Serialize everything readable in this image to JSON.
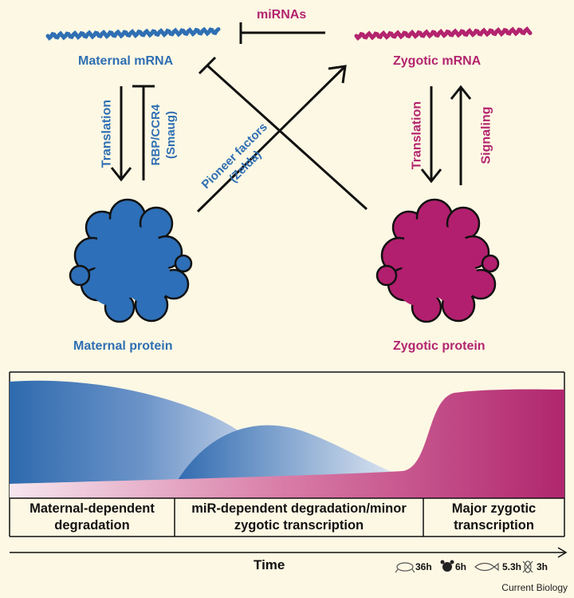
{
  "nodes": {
    "maternal_mrna": "Maternal mRNA",
    "zygotic_mrna": "Zygotic mRNA",
    "maternal_protein": "Maternal protein",
    "zygotic_protein": "Zygotic protein"
  },
  "edges": {
    "mirnas": "miRNAs",
    "maternal_translation": "Translation",
    "rbp_line1": "RBP/CCR4",
    "rbp_line2": "(Smaug)",
    "pioneer_line1": "Pioneer factors",
    "pioneer_line2": "(Zelda)",
    "zygotic_translation": "Translation",
    "signaling": "Signaling"
  },
  "timeline": {
    "phases": [
      {
        "line1": "Maternal-dependent",
        "line2": "degradation"
      },
      {
        "line1": "miR-dependent degradation/minor",
        "line2": "zygotic transcription"
      },
      {
        "line1": "Major zygotic",
        "line2": "transcription"
      }
    ],
    "axis_label": "Time",
    "species": [
      {
        "icon": "frog-icon",
        "value": "36h"
      },
      {
        "icon": "mouse-icon",
        "value": "6h"
      },
      {
        "icon": "zebrafish-icon",
        "value": "5.3h"
      },
      {
        "icon": "fly-icon",
        "value": "3h"
      }
    ]
  },
  "colors": {
    "maternal": "#2f6fb3",
    "zygotic": "#b3246e",
    "background": "#fdf8e4"
  },
  "credit": "Current Biology"
}
